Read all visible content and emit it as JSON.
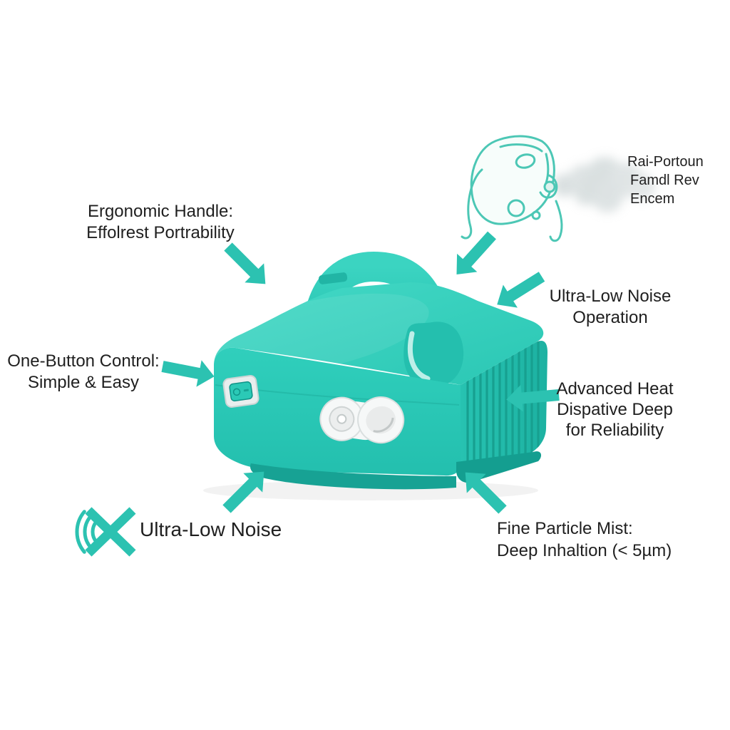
{
  "meta": {
    "type": "product-infographic",
    "subject": "portable compressor nebulizer with feature callouts"
  },
  "palette": {
    "background": "#ffffff",
    "accent_teal": "#2cc2b1",
    "device_teal": "#2bc9b6",
    "device_teal_dark": "#1aae9e",
    "text": "#1f1f1f",
    "mask_line_teal": "#4cc7b5",
    "mist_gray": "#b9c4c6"
  },
  "callouts": {
    "ergonomic_handle": {
      "lines": [
        "Ergonomic Handle:",
        "Effolrest Portrability"
      ]
    },
    "mask_note": {
      "lines": [
        "Rai-Portoun",
        "Famdl Rev",
        "Encem"
      ]
    },
    "ultra_low_noise_operation": {
      "lines": [
        "Ultra-Low Noise",
        "Operation"
      ]
    },
    "one_button_control": {
      "lines": [
        "One-Button Control:",
        "Simple & Easy"
      ]
    },
    "advanced_heat_dissipation": {
      "lines": [
        "Advanced Heat",
        "Dispative Deep",
        "for Reliability"
      ]
    },
    "fine_particle_mist": {
      "lines": [
        "Fine Particle Mist:",
        "Deep Inhaltion (< 5µm)"
      ]
    },
    "ultra_low_noise_badge": {
      "label": "Ultra-Low Noise"
    }
  },
  "icons": {
    "muted_sound_icon": "three sound-wave arcs crossed by an X (ultra-low noise)",
    "mask_illustration": "line-drawn nebulizer face mask emitting mist"
  }
}
